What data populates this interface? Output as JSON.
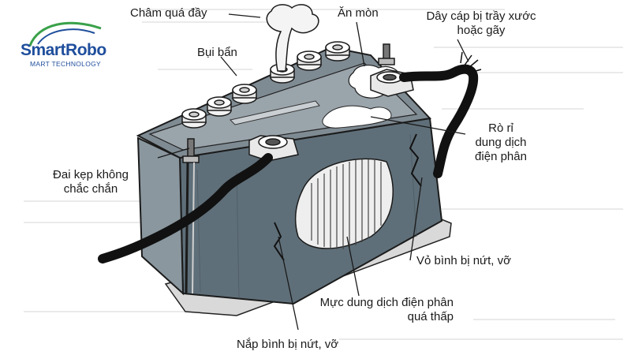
{
  "logo": {
    "brand": "SmartRobo",
    "tagline": "MART TECHNOLOGY"
  },
  "labels": {
    "overflow": "Châm quá đầy",
    "corrosion": "Ăn mòn",
    "cable_line1": "Dây cáp bị trầy xước",
    "cable_line2": "hoặc gãy",
    "dirt": "Bụi bẩn",
    "leak_line1": "Rò rỉ",
    "leak_line2": "dung dịch",
    "leak_line3": "điện phân",
    "clamp_line1": "Đai kẹp không",
    "clamp_line2": "chắc chắn",
    "case_crack": "Vỏ bình bị nứt, vỡ",
    "low_level_line1": "Mực dung dịch điện phân",
    "low_level_line2": "quá thấp",
    "lid_crack": "Nắp bình bị nứt, vỡ"
  },
  "colors": {
    "brand_blue": "#1f4e9c",
    "brand_green": "#3aa14a",
    "ink": "#1a1a1a"
  }
}
